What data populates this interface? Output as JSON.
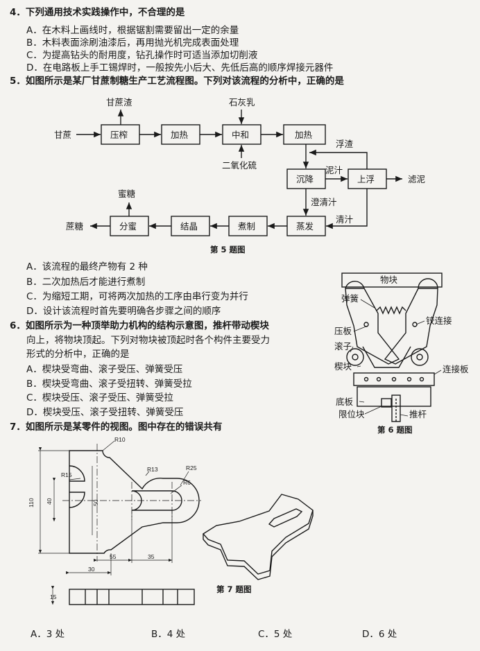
{
  "q4": {
    "stem": "4．下列通用技术实践操作中，不合理的是",
    "options": [
      "A．在木料上画线时，根据锯割需要留出一定的余量",
      "B．木料表面涂刷油漆后，再用抛光机完成表面处理",
      "C．为提高钻头的耐用度，钻孔操作时可适当添加切削液",
      "D．在电路板上手工锡焊时，一般按先小后大、先低后高的顺序焊接元器件"
    ]
  },
  "q5": {
    "stem": "5．如图所示是某厂甘蔗制糖生产工艺流程图。下列对该流程的分析中，正确的是",
    "flow": {
      "input": "甘蔗",
      "press": "压榨",
      "heat1": "加热",
      "neutralize": "中和",
      "heat2": "加热",
      "settle": "沉降",
      "float": "上浮",
      "evaporate": "蒸发",
      "boil": "煮制",
      "crystallize": "结晶",
      "separate": "分蜜",
      "bagasse": "甘蔗渣",
      "lime": "石灰乳",
      "so2": "二氧化硫",
      "scum": "浮渣",
      "mud_juice": "泥汁",
      "filter_mud": "滤泥",
      "clear_juice": "澄清汁",
      "clean_juice": "清汁",
      "molasses": "蜜糖",
      "sugar": "蔗糖"
    },
    "caption": "第 5 题图",
    "options": [
      "A．该流程的最终产物有 2 种",
      "B．二次加热后才能进行煮制",
      "C．为缩短工期，可将两次加热的工序由串行变为并行",
      "D．设计该流程时首先要明确各步骤之间的顺序"
    ]
  },
  "q6": {
    "stem_lines": [
      "6．如图所示为一种顶举助力机构的结构示意图，推杆带动楔块",
      "向上，将物块顶起。下列对物块被顶起时各个构件主要受力",
      "形式的分析中，正确的是"
    ],
    "options": [
      "A．楔块受弯曲、滚子受压、弹簧受压",
      "B．楔块受弯曲、滚子受扭转、弹簧受拉",
      "C．楔块受压、滚子受压、弹簧受拉",
      "D．楔块受压、滚子受扭转、弹簧受压"
    ],
    "labels": {
      "block": "物块",
      "spring": "弹簧",
      "press_plate": "压板",
      "hinge": "铰连接",
      "roller": "滚子",
      "wedge": "楔块",
      "link_plate": "连接板",
      "base": "底板",
      "limit": "限位块",
      "push_rod": "推杆"
    },
    "caption": "第 6 题图"
  },
  "q7": {
    "stem": "7．如图所示是某零件的视图。图中存在的错误共有",
    "dims": {
      "r10": "R10",
      "r13": "R13",
      "r25": "R25",
      "r15": "R15",
      "r6": "R6",
      "d110": "110",
      "d40": "40",
      "d50": "50",
      "d55": "55",
      "d35": "35",
      "d30": "30",
      "d15": "15"
    },
    "caption": "第 7 题图",
    "answers": [
      "A．3 处",
      "B．4 处",
      "C．5 处",
      "D．6 处"
    ]
  }
}
